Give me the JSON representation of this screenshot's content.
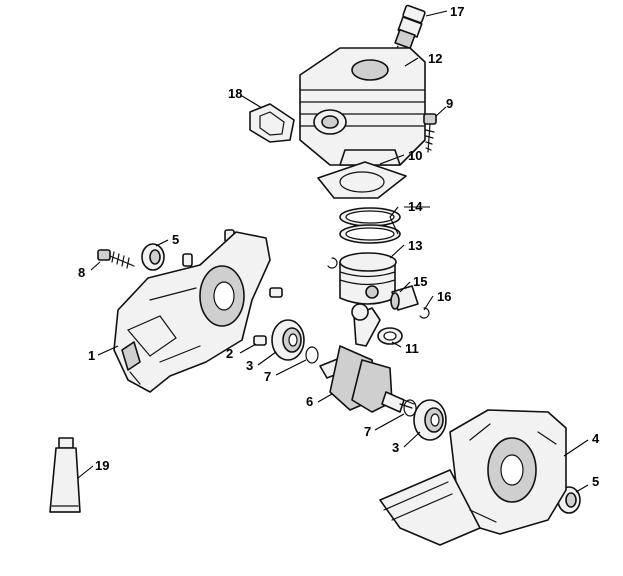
{
  "callouts": [
    "1",
    "2",
    "3",
    "3",
    "4",
    "5",
    "5",
    "6",
    "7",
    "7",
    "8",
    "9",
    "10",
    "11",
    "12",
    "13",
    "14",
    "15",
    "16",
    "17",
    "18",
    "19"
  ],
  "parts": [
    {
      "id": "crankcase-half-left"
    },
    {
      "id": "dowel-pin"
    },
    {
      "id": "ball-bearing"
    },
    {
      "id": "crankcase-half-right"
    },
    {
      "id": "oil-seal"
    },
    {
      "id": "crankshaft"
    },
    {
      "id": "circlip"
    },
    {
      "id": "screw"
    },
    {
      "id": "cylinder-screw"
    },
    {
      "id": "cylinder-gasket"
    },
    {
      "id": "needle-cage"
    },
    {
      "id": "cylinder"
    },
    {
      "id": "piston"
    },
    {
      "id": "piston-ring"
    },
    {
      "id": "piston-pin"
    },
    {
      "id": "snap-ring"
    },
    {
      "id": "spark-plug"
    },
    {
      "id": "gasket"
    },
    {
      "id": "lubricant-tube"
    }
  ]
}
